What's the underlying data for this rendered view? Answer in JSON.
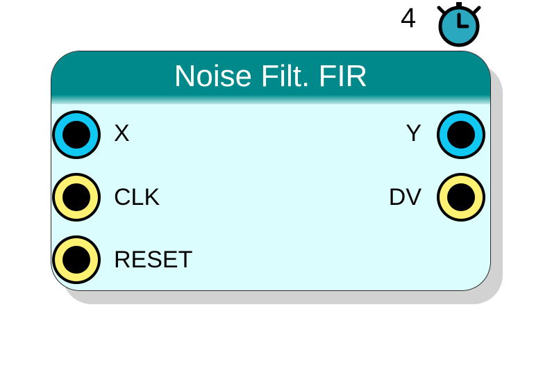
{
  "timer": {
    "count": "4",
    "icon": "stopwatch-icon"
  },
  "block": {
    "title": "Noise Filt. FIR",
    "inputs": [
      {
        "label": "X",
        "color": "#11c8f2"
      },
      {
        "label": "CLK",
        "color": "#fff272"
      },
      {
        "label": "RESET",
        "color": "#fff272"
      }
    ],
    "outputs": [
      {
        "label": "Y",
        "color": "#11c8f2"
      },
      {
        "label": "DV",
        "color": "#fff272"
      }
    ]
  },
  "colors": {
    "header": "#00898a",
    "body": "#dcfdfd",
    "timer_fill": "#2aa8c0"
  }
}
